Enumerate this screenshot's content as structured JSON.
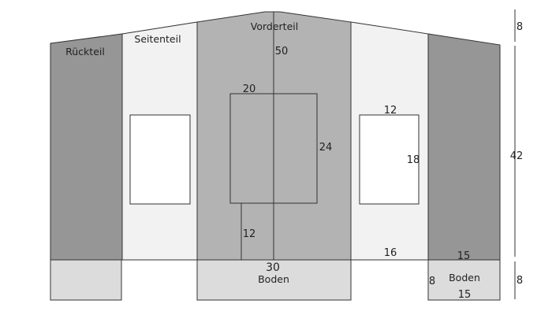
{
  "colors": {
    "background": "#ffffff",
    "back_panel": "#969696",
    "side_panel": "#f2f2f2",
    "front_panel": "#b3b3b3",
    "floor_panel": "#dcdcdc",
    "outline": "#333333"
  },
  "labels": {
    "rueckteil": "Rückteil",
    "seitenteil": "Seitenteil",
    "vorderteil": "Vorderteil",
    "boden_center": "Boden",
    "boden_right": "Boden"
  },
  "dimensions": {
    "center_height": "50",
    "front_window_width": "20",
    "front_window_height": "24",
    "door_height": "12",
    "side_window_width": "12",
    "side_window_height": "18",
    "side_bottom_width": "16",
    "back_bottom_width": "15",
    "boden_width": "30",
    "boden_small_height": "8",
    "boden_small_width": "15",
    "roof_rise": "8",
    "wall_height": "42",
    "floor_height": "8"
  }
}
